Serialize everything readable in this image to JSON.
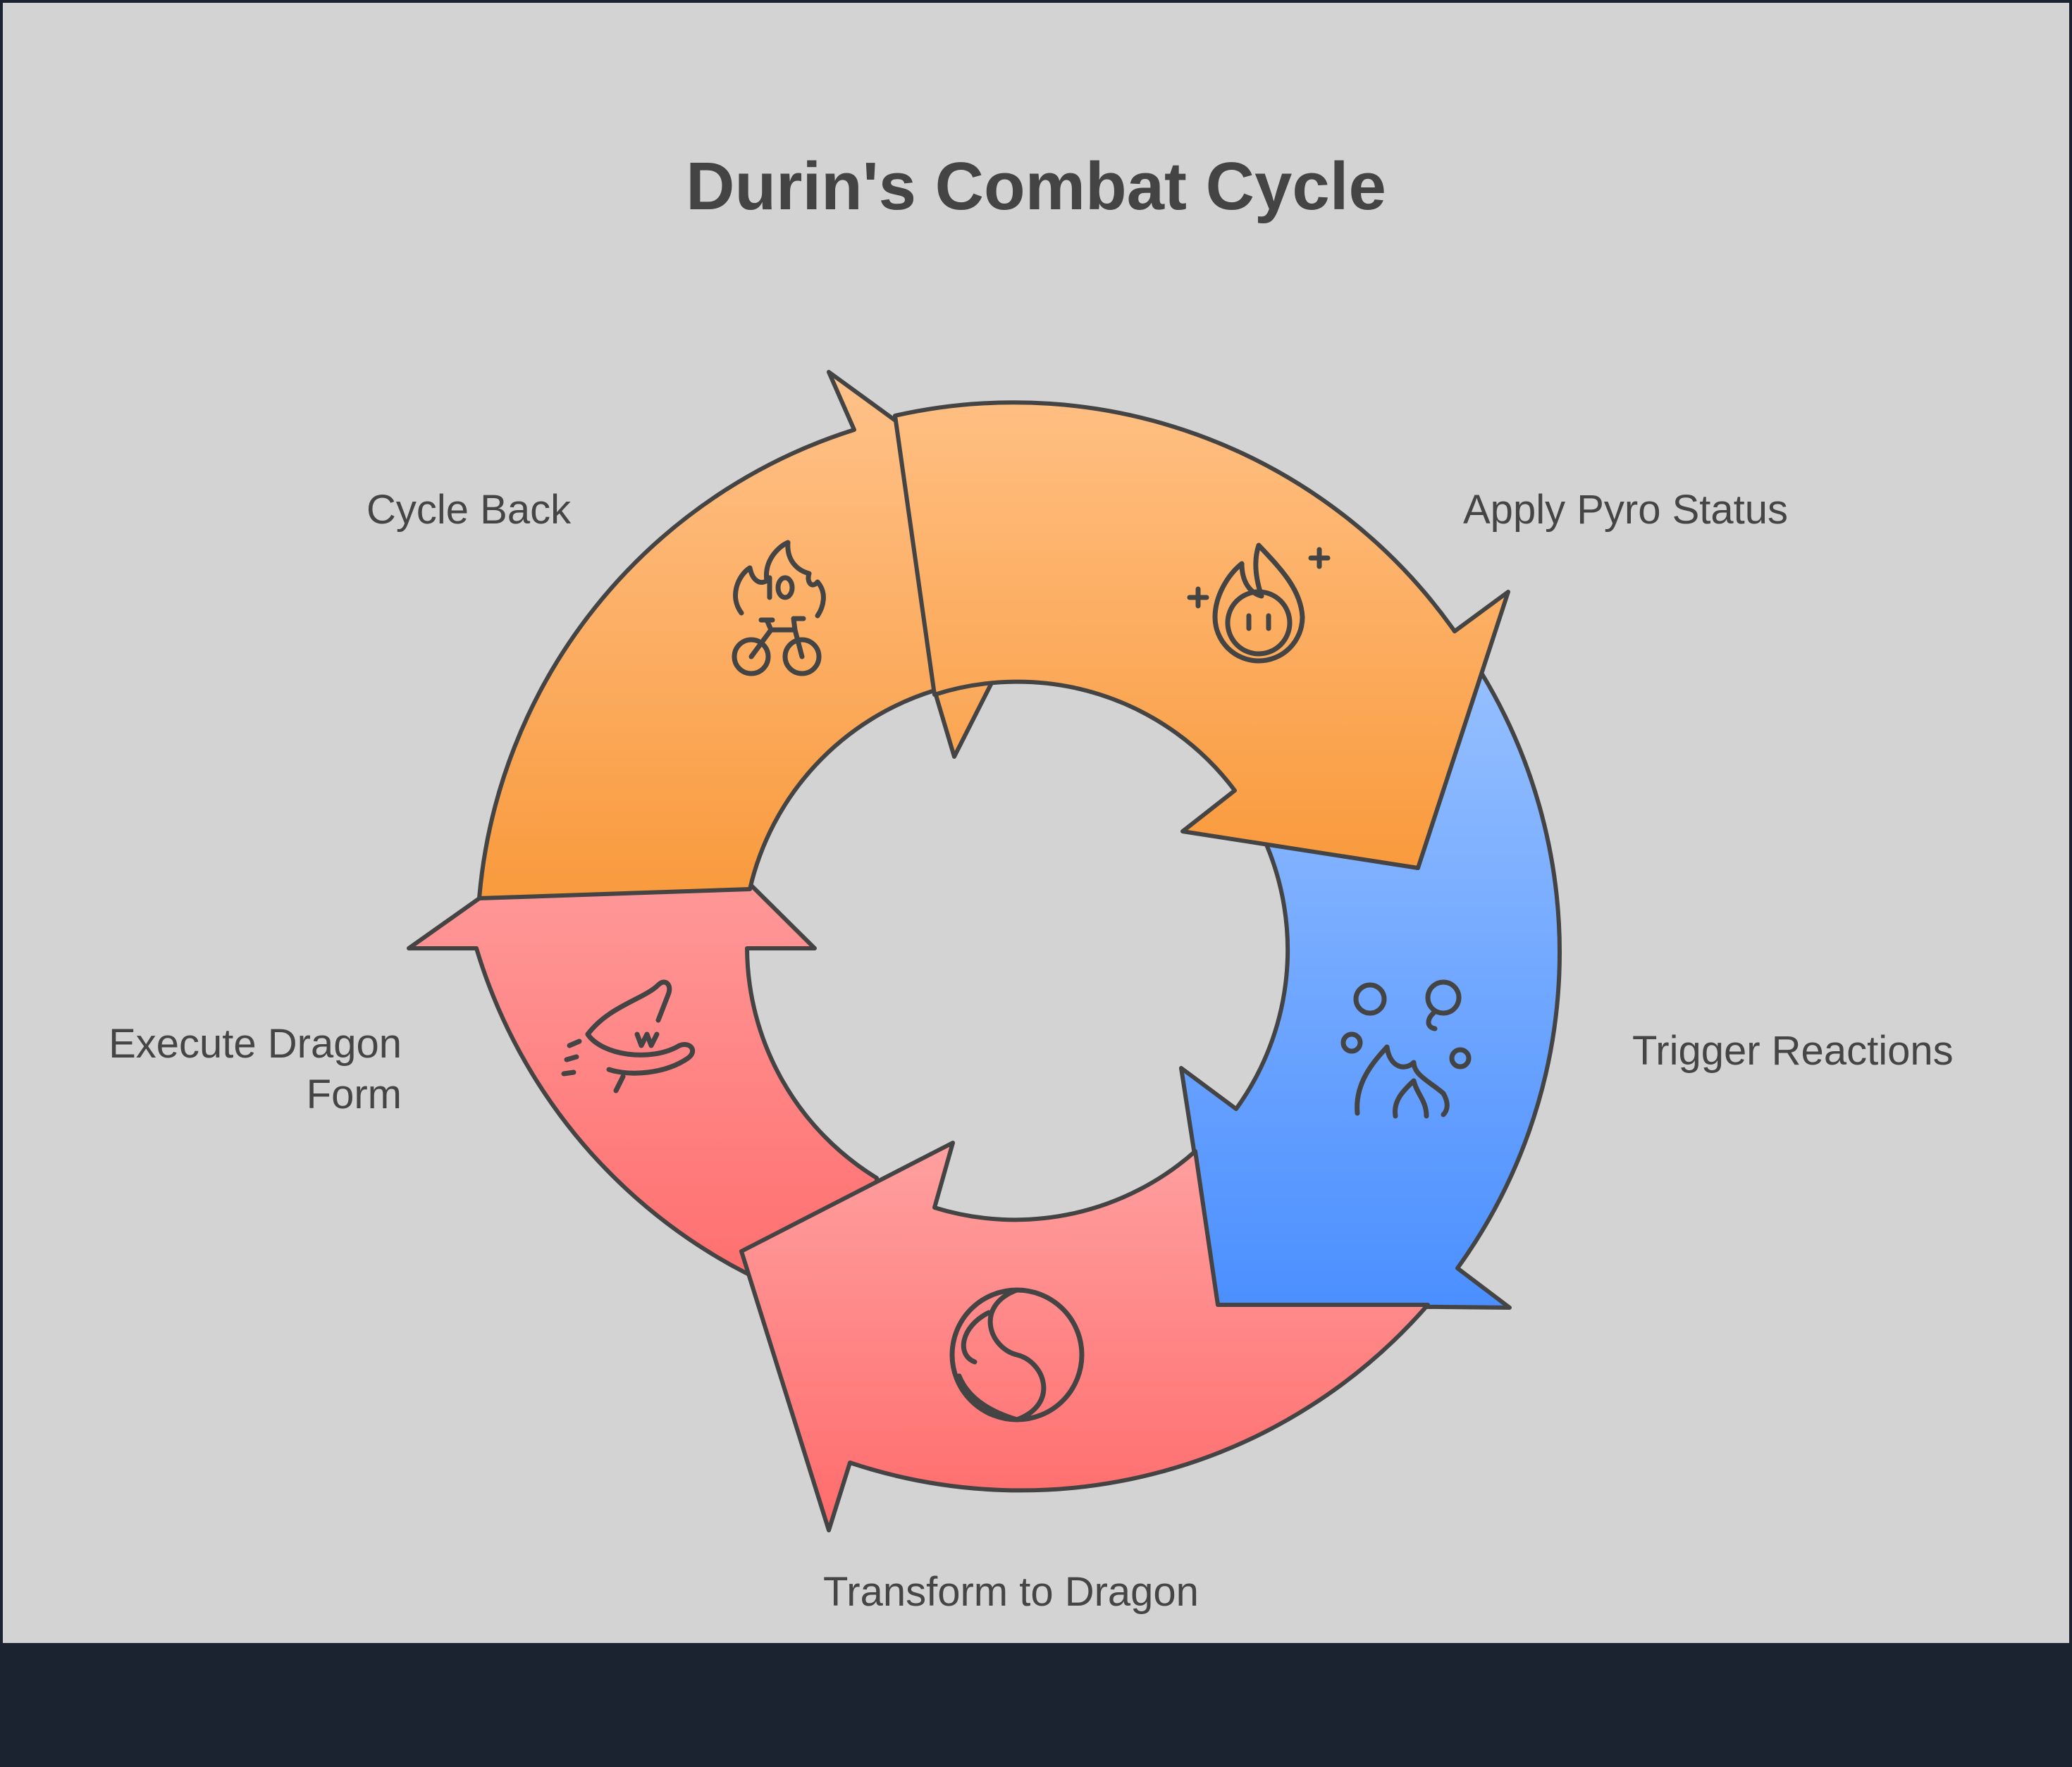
{
  "title": "Durin's Combat Cycle",
  "colors": {
    "background": "#d3d3d3",
    "footer": "#1b2331",
    "orange": "#fba046",
    "blue": "#5b9bff",
    "red": "#ff6d6d",
    "outline": "#444444"
  },
  "steps": [
    {
      "label": "Apply Pyro Status",
      "icon": "fire-face-icon",
      "color": "orange"
    },
    {
      "label": "Trigger Reactions",
      "icon": "fire-bubbles-icon",
      "color": "blue"
    },
    {
      "label": "Transform to Dragon",
      "icon": "fire-swirl-icon",
      "color": "red"
    },
    {
      "label": "Execute Dragon Form",
      "label_lines": [
        "Execute Dragon",
        "Form"
      ],
      "icon": "dragon-jaws-icon",
      "color": "red"
    },
    {
      "label": "Cycle Back",
      "icon": "fire-bicycle-icon",
      "color": "orange"
    }
  ]
}
